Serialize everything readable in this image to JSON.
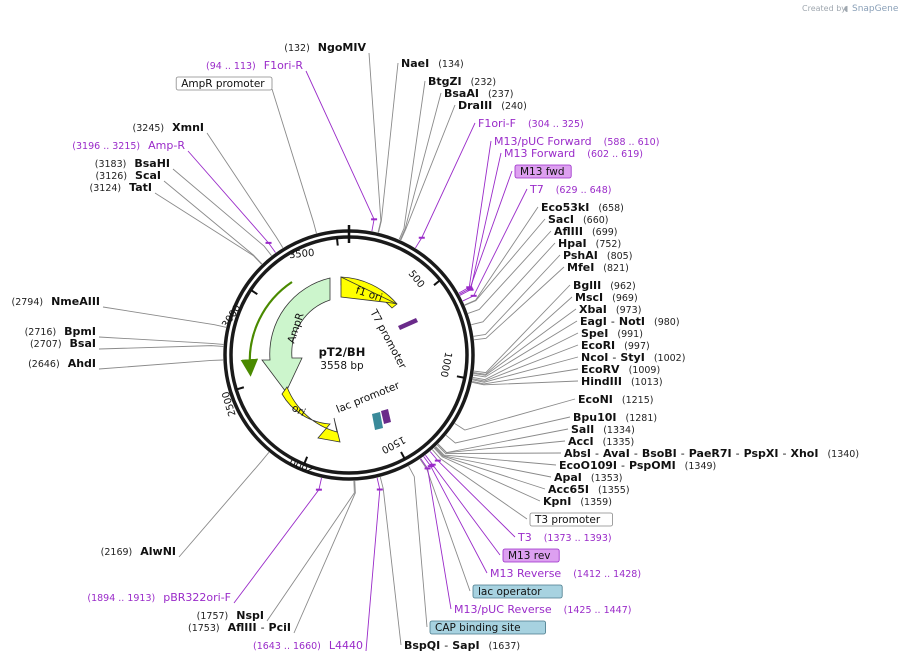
{
  "credit": {
    "prefix": "Created by",
    "brand": "SnapGene"
  },
  "plasmid": {
    "name": "pT2/BH",
    "length": "3558 bp"
  },
  "ticks": [
    "500",
    "1000",
    "1500",
    "2000",
    "2500",
    "3000",
    "3500"
  ],
  "inner_labels": {
    "f1_ori": "f1 ori",
    "t7_promoter": "T7 promoter",
    "ampr": "AmpR",
    "ori": "ori",
    "lac_promoter": "lac promoter"
  },
  "right_labels": [
    {
      "parts": [
        "NaeI"
      ],
      "pos": "(134)"
    },
    {
      "parts": [
        "BtgZI"
      ],
      "pos": "(232)"
    },
    {
      "parts": [
        "BsaAI"
      ],
      "pos": "(237)"
    },
    {
      "parts": [
        "DraIII"
      ],
      "pos": "(240)"
    },
    {
      "feature": "F1ori-F",
      "range": "(304 .. 325)"
    },
    {
      "feature": "M13/pUC Forward",
      "range": "(588 .. 610)"
    },
    {
      "feature": "M13 Forward",
      "range": "(602 .. 619)"
    },
    {
      "box": "M13 fwd"
    },
    {
      "feature": "T7",
      "range": "(629 .. 648)"
    },
    {
      "parts": [
        "Eco53kI"
      ],
      "pos": "(658)"
    },
    {
      "parts": [
        "SacI"
      ],
      "pos": "(660)"
    },
    {
      "parts": [
        "AflIII"
      ],
      "pos": "(699)"
    },
    {
      "parts": [
        "HpaI"
      ],
      "pos": "(752)"
    },
    {
      "parts": [
        "PshAI"
      ],
      "pos": "(805)"
    },
    {
      "parts": [
        "MfeI"
      ],
      "pos": "(821)"
    },
    {
      "parts": [
        "BglII"
      ],
      "pos": "(962)"
    },
    {
      "parts": [
        "MscI"
      ],
      "pos": "(969)"
    },
    {
      "parts": [
        "XbaI"
      ],
      "pos": "(973)"
    },
    {
      "parts": [
        "EagI",
        "NotI"
      ],
      "pos": "(980)"
    },
    {
      "parts": [
        "SpeI"
      ],
      "pos": "(991)"
    },
    {
      "parts": [
        "EcoRI"
      ],
      "pos": "(997)"
    },
    {
      "parts": [
        "NcoI",
        "StyI"
      ],
      "pos": "(1002)"
    },
    {
      "parts": [
        "EcoRV"
      ],
      "pos": "(1009)"
    },
    {
      "parts": [
        "HindIII"
      ],
      "pos": "(1013)"
    },
    {
      "parts": [
        "EcoNI"
      ],
      "pos": "(1215)"
    },
    {
      "parts": [
        "Bpu10I"
      ],
      "pos": "(1281)"
    },
    {
      "parts": [
        "SalI"
      ],
      "pos": "(1334)"
    },
    {
      "parts": [
        "AccI"
      ],
      "pos": "(1335)"
    },
    {
      "parts": [
        "AbsI",
        "AvaI",
        "BsoBI",
        "PaeR7I",
        "PspXI",
        "XhoI"
      ],
      "pos": "(1340)"
    },
    {
      "parts": [
        "EcoO109I",
        "PspOMI"
      ],
      "pos": "(1349)"
    },
    {
      "parts": [
        "ApaI"
      ],
      "pos": "(1353)"
    },
    {
      "parts": [
        "Acc65I"
      ],
      "pos": "(1355)"
    },
    {
      "parts": [
        "KpnI"
      ],
      "pos": "(1359)"
    },
    {
      "box": "T3 promoter"
    },
    {
      "feature": "T3",
      "range": "(1373 .. 1393)"
    },
    {
      "box": "M13 rev"
    },
    {
      "feature": "M13 Reverse",
      "range": "(1412 .. 1428)"
    },
    {
      "box": "lac operator"
    },
    {
      "feature": "M13/pUC Reverse",
      "range": "(1425 .. 1447)"
    },
    {
      "box": "CAP binding site"
    },
    {
      "parts": [
        "BspQI",
        "SapI"
      ],
      "pos": "(1637)"
    }
  ],
  "left_labels": [
    {
      "pos": "(132)",
      "parts": [
        "NgoMIV"
      ]
    },
    {
      "range": "(94 .. 113)",
      "feature": "F1ori-R"
    },
    {
      "box": "AmpR promoter"
    },
    {
      "pos": "(3245)",
      "parts": [
        "XmnI"
      ]
    },
    {
      "range": "(3196 .. 3215)",
      "feature": "Amp-R"
    },
    {
      "pos": "(3183)",
      "parts": [
        "BsaHI"
      ]
    },
    {
      "pos": "(3126)",
      "parts": [
        "ScaI"
      ]
    },
    {
      "pos": "(3124)",
      "parts": [
        "TatI"
      ]
    },
    {
      "pos": "(2794)",
      "parts": [
        "NmeAIII"
      ]
    },
    {
      "pos": "(2716)",
      "parts": [
        "BpmI"
      ]
    },
    {
      "pos": "(2707)",
      "parts": [
        "BsaI"
      ]
    },
    {
      "pos": "(2646)",
      "parts": [
        "AhdI"
      ]
    },
    {
      "pos": "(2169)",
      "parts": [
        "AlwNI"
      ]
    },
    {
      "range": "(1894 .. 1913)",
      "feature": "pBR322ori-F"
    },
    {
      "pos": "(1757)",
      "parts": [
        "NspI"
      ]
    },
    {
      "pos": "(1753)",
      "parts": [
        "AflIII",
        "PciI"
      ]
    },
    {
      "range": "(1643 .. 1660)",
      "feature": "L4440"
    }
  ],
  "colors": {
    "enzyme_line": "#8a8a8a",
    "feature_line": "#9a2bc9",
    "backbone": "#1a1a1a",
    "f1_ori": "#ffff00",
    "ampr": "#ccf5cc",
    "ori": "#ffff00",
    "promoter_line": "#4a8a00",
    "primer_box": "#dda0f0",
    "protein_box": "#a7d2e0"
  }
}
